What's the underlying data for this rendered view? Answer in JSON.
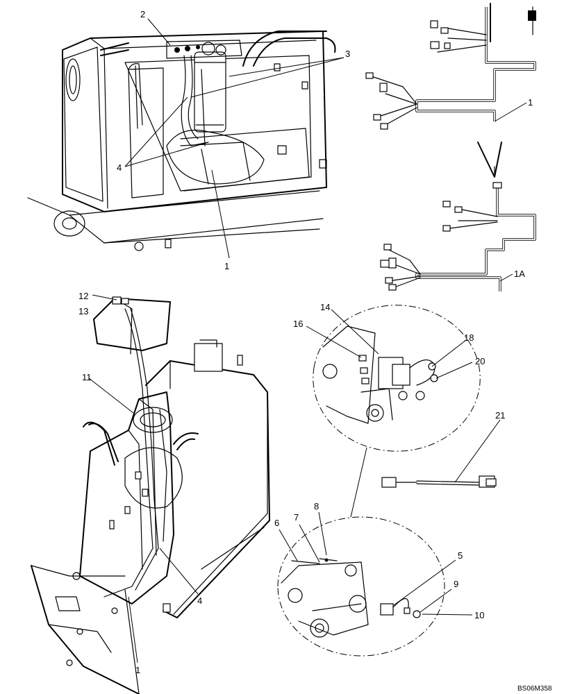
{
  "drawing_code": "BS06M358",
  "callouts": {
    "c_2": "2",
    "c_3": "3",
    "c_4_top": "4",
    "c_1_top": "1",
    "c_1_harness": "1",
    "c_1A": "1A",
    "c_12": "12",
    "c_13": "13",
    "c_11": "11",
    "c_14": "14",
    "c_16": "16",
    "c_18": "18",
    "c_20": "20",
    "c_21": "21",
    "c_8": "8",
    "c_6": "6",
    "c_7": "7",
    "c_5": "5",
    "c_9": "9",
    "c_10": "10",
    "c_4_bottom": "4",
    "c_1_bottom": "1"
  }
}
